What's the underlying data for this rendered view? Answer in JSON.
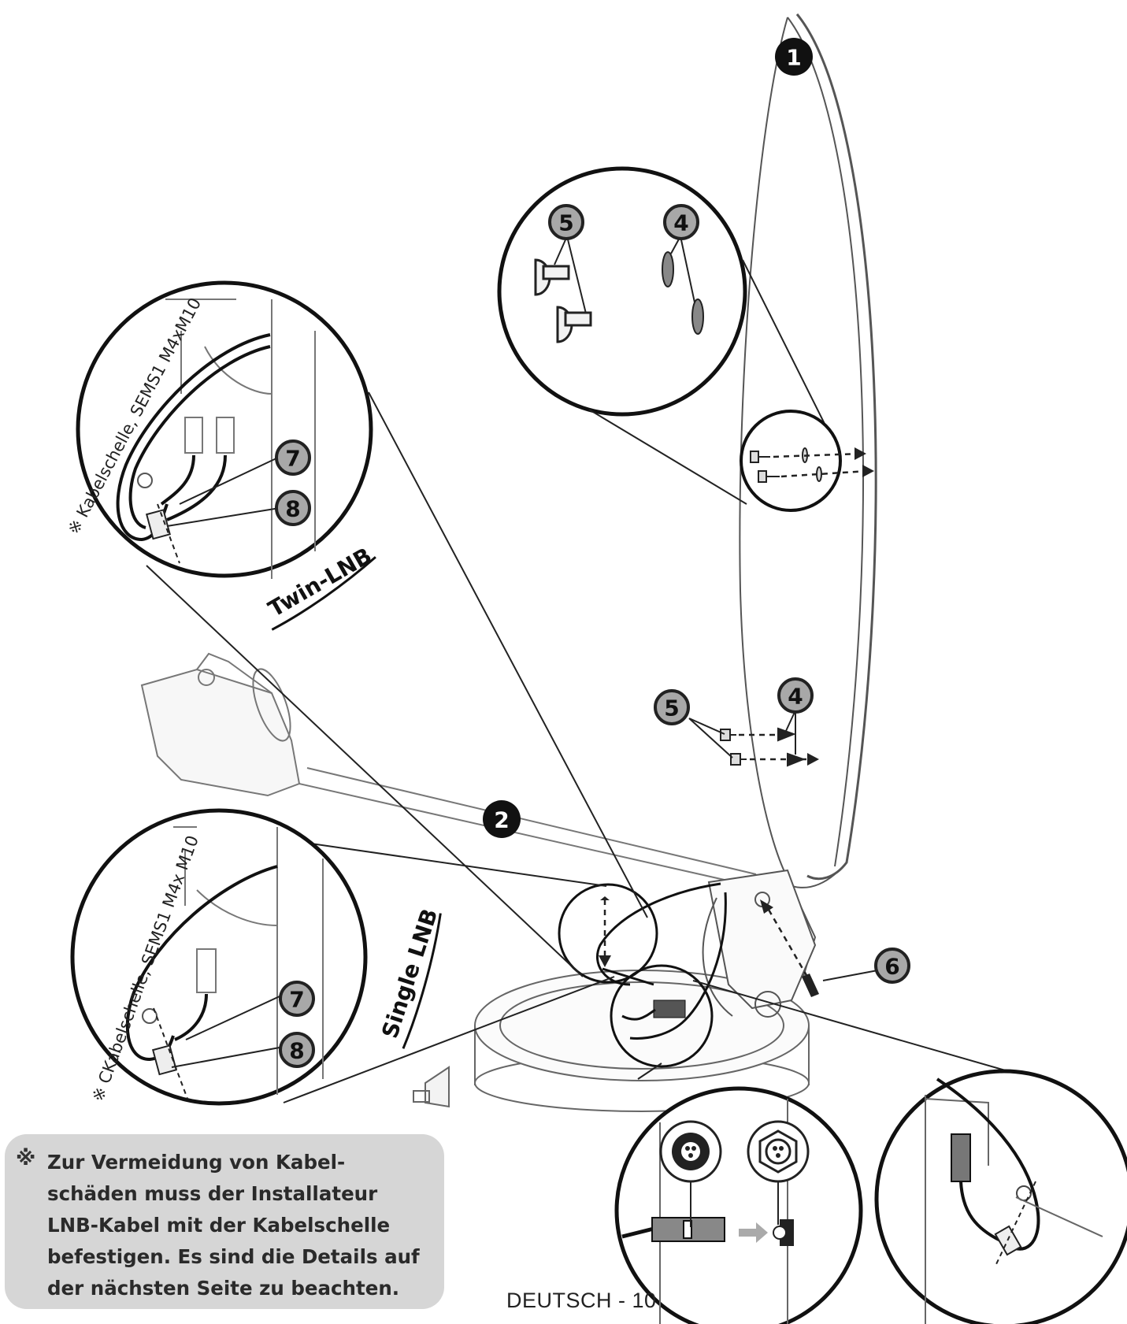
{
  "diagram": {
    "parts": {
      "dish": "1",
      "arm": "2",
      "bolt_top": "5",
      "washer_top": "4",
      "bolt_mid": "5",
      "washer_mid": "4",
      "screw_6": "6",
      "clamp_7_twin": "7",
      "clamp_8_twin": "8",
      "clamp_7_single": "7",
      "clamp_8_single": "8"
    },
    "labels": {
      "twin_lnb": "Twin-LNB",
      "single_lnb": "Single LNB",
      "twin_clamp": "※ Kabelschelle, SEMS1 M4xM10",
      "single_clamp": "※ CKabelschelle, SEMS1 M4x M10"
    }
  },
  "note": {
    "mark": "※",
    "lines": [
      "Zur Vermeidung von Kabel-",
      "schäden muss der Installateur",
      "LNB-Kabel mit der Kabelschelle",
      "befestigen. Es sind die Details auf",
      "der nächsten Seite zu beachten."
    ]
  },
  "footer": {
    "page": "DEUTSCH - 10"
  }
}
